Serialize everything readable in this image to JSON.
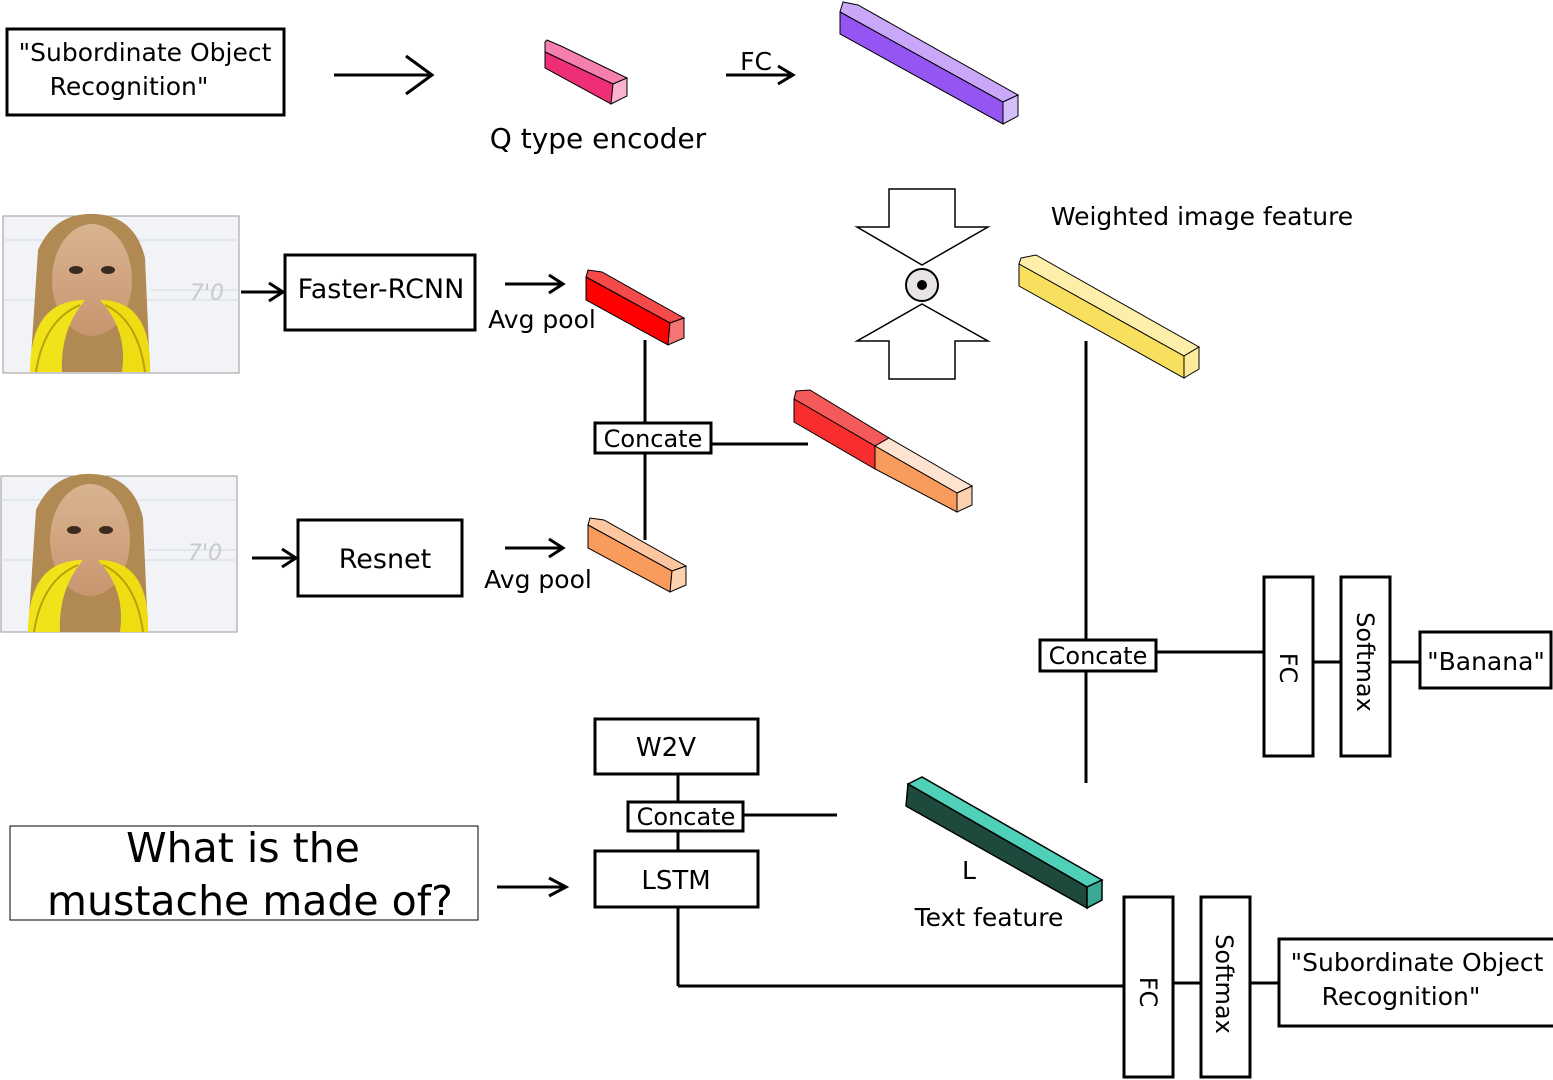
{
  "question_type_box": {
    "line1": "\"Subordinate Object",
    "line2": "Recognition\""
  },
  "q_type_encoder_label": "Q type encoder",
  "fc_top_label": "FC",
  "weighted_image_feature_label": "Weighted image feature",
  "faster_rcnn_label": "Faster-RCNN",
  "resnet_label": "Resnet",
  "avg_pool_1_label": "Avg pool",
  "avg_pool_2_label": "Avg pool",
  "concate_image_label": "Concate",
  "concate_final_label": "Concate",
  "concate_text_label": "Concate",
  "w2v_label": "W2V",
  "lstm_label": "LSTM",
  "question_box": {
    "line1": "What is the",
    "line2": "mustache made of?"
  },
  "text_feature_label": "Text feature",
  "text_feature_dim_label": "L",
  "answer_branch": {
    "fc_label": "FC",
    "softmax_label": "Softmax",
    "answer_label": "\"Banana\""
  },
  "type_branch": {
    "fc_label": "FC",
    "softmax_label": "Softmax",
    "output_line1": "\"Subordinate Object",
    "output_line2": "Recognition\""
  },
  "colors": {
    "q_encoder_bar": "#f0307a",
    "fc_bar": "#9b59f5",
    "weighted_bar": "#f6dc50",
    "faster_rcnn_bar": "#ff1a1a",
    "resnet_bar": "#f7a060",
    "text_bar_front": "#1e4a3e",
    "text_bar_top": "#4fd0b8"
  },
  "icons": [
    "photo-thumbnail",
    "elementwise-product-icon",
    "down-arrow-shape",
    "up-arrow-shape"
  ]
}
